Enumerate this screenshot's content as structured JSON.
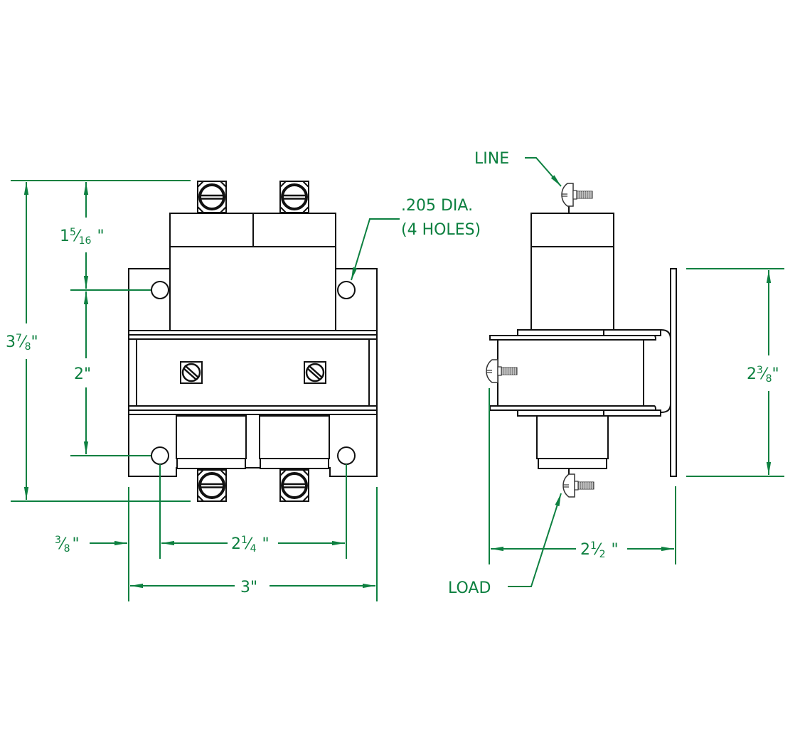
{
  "colors": {
    "dimension": "#0d8040",
    "outline": "#111111",
    "background": "#ffffff"
  },
  "front_view": {
    "dimensions": {
      "overall_height": {
        "whole": "3",
        "num": "7",
        "den": "8",
        "unit": "\""
      },
      "top_to_hole": {
        "whole": "1",
        "num": "5",
        "den": "16",
        "unit": "\""
      },
      "hole_spacing_vertical": {
        "whole": "2",
        "unit": "\""
      },
      "edge_to_hole": {
        "whole": "",
        "num": "3",
        "den": "8",
        "unit": "\""
      },
      "hole_spacing_horizontal": {
        "whole": "2",
        "num": "1",
        "den": "4",
        "unit": "\""
      },
      "overall_width": {
        "whole": "3",
        "unit": "\""
      }
    },
    "hole_callout": {
      "line1": ".205 DIA.",
      "line2": "(4 HOLES)"
    },
    "icons": [
      "terminal-screw-icon",
      "mounting-hole-icon",
      "adjust-screw-icon"
    ]
  },
  "side_view": {
    "labels": {
      "line": "LINE",
      "load": "LOAD"
    },
    "dimensions": {
      "bracket_height": {
        "whole": "2",
        "num": "3",
        "den": "8",
        "unit": "\""
      },
      "depth": {
        "whole": "2",
        "num": "1",
        "den": "2",
        "unit": "\""
      }
    }
  }
}
